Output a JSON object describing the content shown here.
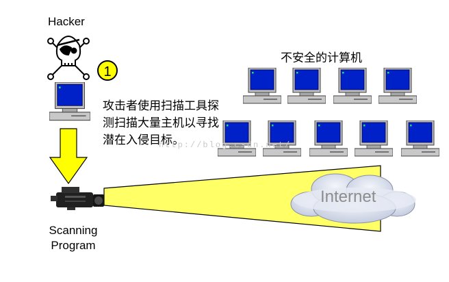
{
  "labels": {
    "hacker": "Hacker",
    "step_number": "1",
    "unsafe_computers": "不安全的计算机",
    "description": "攻击者使用扫描工具探测扫描大量主机以寻找潜在入侵目标。",
    "scanning_program": "Scanning Program",
    "internet": "Internet",
    "watermark": "http://blog.csdn.net/"
  },
  "colors": {
    "arrow": "#ffff00",
    "beam": "#ffff66",
    "screen": "#0020c8",
    "bezel": "#c0c0c0",
    "cloud": "#dde2ee",
    "badge": "#ffff00"
  },
  "icons": {
    "hacker": "skull-crossbones-icon",
    "computer": "computer-icon",
    "scanner": "video-camera-icon",
    "cloud": "cloud-icon"
  }
}
